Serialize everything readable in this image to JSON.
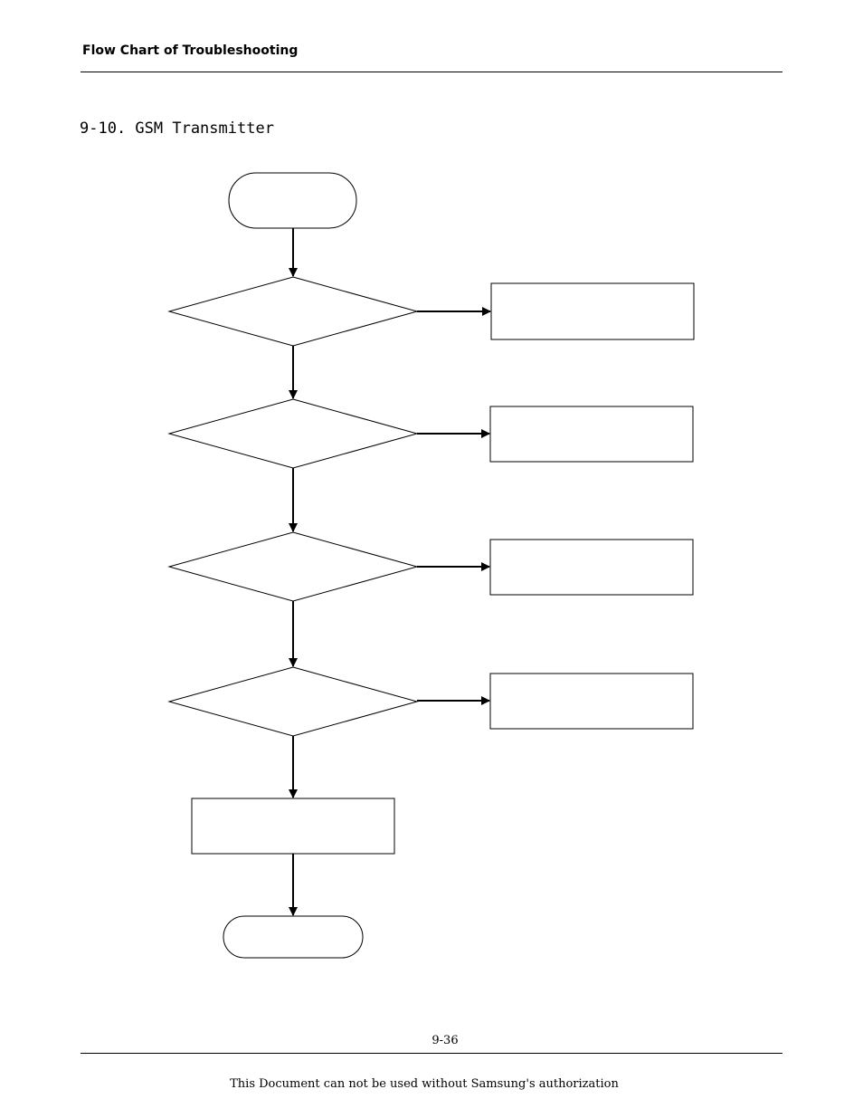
{
  "header": {
    "title": "Flow Chart of Troubleshooting"
  },
  "section": {
    "title": "9-10. GSM Transmitter"
  },
  "flowchart": {
    "nodes": [
      {
        "id": "start",
        "shape": "terminator",
        "label": ""
      },
      {
        "id": "decision-1",
        "shape": "decision",
        "label": ""
      },
      {
        "id": "action-1",
        "shape": "process",
        "label": ""
      },
      {
        "id": "decision-2",
        "shape": "decision",
        "label": ""
      },
      {
        "id": "action-2",
        "shape": "process",
        "label": ""
      },
      {
        "id": "decision-3",
        "shape": "decision",
        "label": ""
      },
      {
        "id": "action-3",
        "shape": "process",
        "label": ""
      },
      {
        "id": "decision-4",
        "shape": "decision",
        "label": ""
      },
      {
        "id": "action-4",
        "shape": "process",
        "label": ""
      },
      {
        "id": "final-step",
        "shape": "process",
        "label": ""
      },
      {
        "id": "end",
        "shape": "terminator",
        "label": ""
      }
    ],
    "edges": [
      {
        "from": "start",
        "to": "decision-1"
      },
      {
        "from": "decision-1",
        "to": "action-1"
      },
      {
        "from": "decision-1",
        "to": "decision-2"
      },
      {
        "from": "decision-2",
        "to": "action-2"
      },
      {
        "from": "decision-2",
        "to": "decision-3"
      },
      {
        "from": "decision-3",
        "to": "action-3"
      },
      {
        "from": "decision-3",
        "to": "decision-4"
      },
      {
        "from": "decision-4",
        "to": "action-4"
      },
      {
        "from": "decision-4",
        "to": "final-step"
      },
      {
        "from": "final-step",
        "to": "end"
      }
    ]
  },
  "footer": {
    "page_number": "9-36",
    "note": "This Document can not be used without Samsung's authorization"
  }
}
